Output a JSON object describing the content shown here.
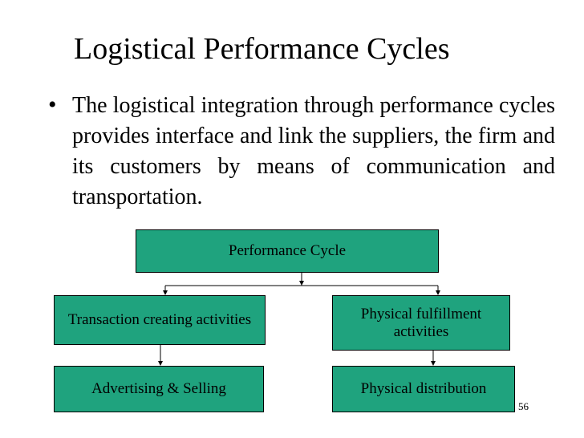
{
  "slide": {
    "title": "Logistical Performance Cycles",
    "bullet_symbol": "•",
    "bullet_text": "The logistical integration through performance cycles provides interface and link the suppliers, the firm and its customers by means of communication and transportation.",
    "page_number": "56"
  },
  "diagram": {
    "top_box": "Performance Cycle",
    "left_top_box": "Transaction creating activities",
    "left_bottom_box": "Advertising & Selling",
    "right_top_box": "Physical fulfillment activities",
    "right_bottom_box": "Physical distribution"
  },
  "colors": {
    "box_fill": "#1fa37e",
    "text": "#000000",
    "background": "#ffffff"
  }
}
